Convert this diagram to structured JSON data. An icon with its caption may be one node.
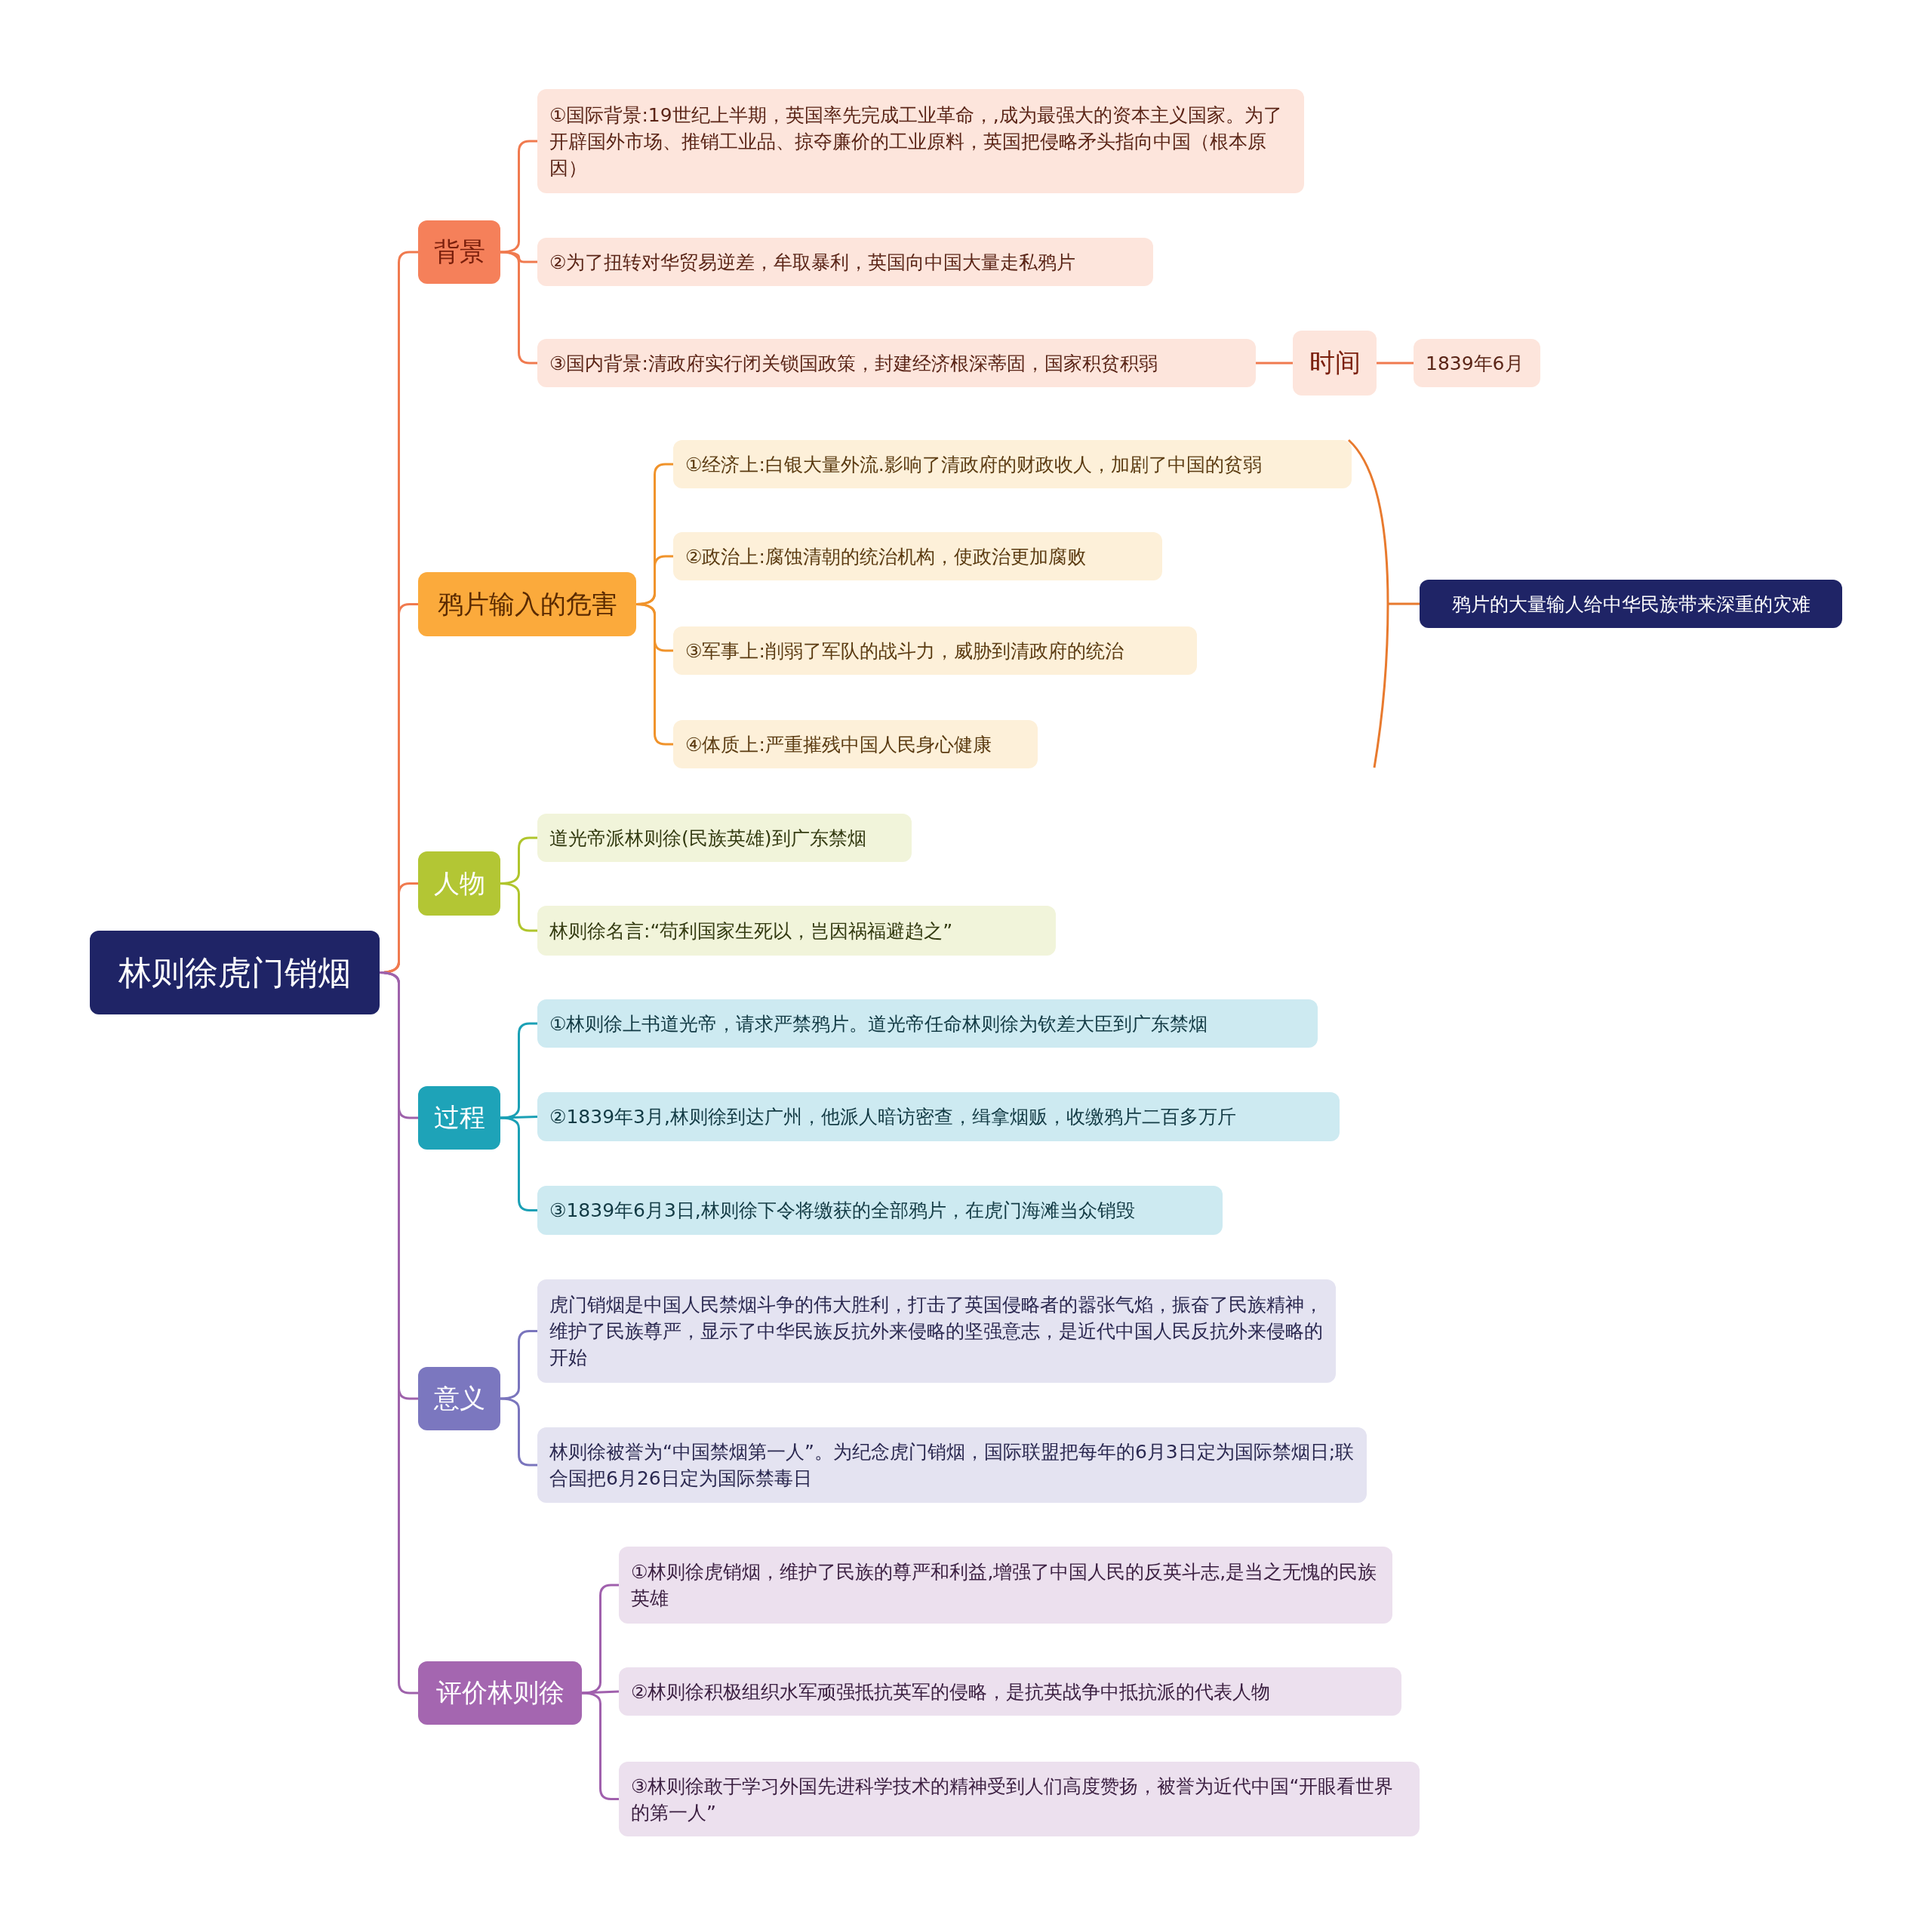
{
  "diagram": {
    "nodes": [
      {
        "text": [
          "林则徐虎门销烟"
        ]
      },
      {
        "text": [
          "背景"
        ]
      },
      {
        "text": [
          "①国际背景:19世纪上半期，英国率先完成工业革命，,成为最强大的资本主义国家。为了开辟国外市场、推销工业品、掠夺廉价的工业原料，英国把侵略矛头指向中国（根本原因）"
        ]
      },
      {
        "text": [
          "②为了扭转对华贸易逆差，牟取暴利，英国向中国大量走私鸦片"
        ]
      },
      {
        "text": [
          "③国内背景:清政府实行闭关锁国政策，封建经济根深蒂固，国家积贫积弱"
        ]
      },
      {
        "text": [
          "时间"
        ]
      },
      {
        "text": [
          "1839年6月"
        ]
      },
      {
        "text": [
          "鸦片输入的危害"
        ]
      },
      {
        "text": [
          "①经济上:白银大量外流.影响了清政府的财政收人，加剧了中国的贫弱"
        ]
      },
      {
        "text": [
          "②政治上:腐蚀清朝的统治机构，使政治更加腐败"
        ]
      },
      {
        "text": [
          "③军事上:削弱了军队的战斗力，威胁到清政府的统治"
        ]
      },
      {
        "text": [
          "④体质上:严重摧残中国人民身心健康"
        ]
      },
      {
        "text": [
          "鸦片的大量输人给中华民族带来深重的灾难"
        ]
      },
      {
        "text": [
          "人物"
        ]
      },
      {
        "text": [
          "道光帝派林则徐(民族英雄)到广东禁烟"
        ]
      },
      {
        "text": [
          "林则徐名言:“苟利国家生死以，岂因祸福避趋之”"
        ]
      },
      {
        "text": [
          "过程"
        ]
      },
      {
        "text": [
          "①林则徐上书道光帝，请求严禁鸦片。道光帝任命林则徐为钦差大臣到广东禁烟"
        ]
      },
      {
        "text": [
          "②1839年3月,林则徐到达广州，他派人暗访密查，缉拿烟贩，收缴鸦片二百多万斤"
        ]
      },
      {
        "text": [
          "③1839年6月3日,林则徐下令将缴获的全部鸦片，在虎门海滩当众销毁"
        ]
      },
      {
        "text": [
          "意义"
        ]
      },
      {
        "text": [
          "虎门销烟是中国人民禁烟斗争的伟大胜利，打击了英国侵略者的嚣张气焰，振奋了民族精神，维护了民族尊严，显示了中华民族反抗外来侵略的坚强意志，是近代中国人民反抗外来侵略的开始"
        ]
      },
      {
        "text": [
          "林则徐被誉为“中国禁烟第一人”。为纪念虎门销烟，国际联盟把每年的6月3日定为国际禁烟日;联合国把6月26日定为国际禁毒日"
        ]
      },
      {
        "text": [
          "评价林则徐"
        ]
      },
      {
        "text": [
          "①林则徐虎销烟，维护了民族的尊严和利益,增强了中国人民的反英斗志,是当之无愧的民族英雄"
        ]
      },
      {
        "text": [
          "②林则徐积极组织水军顽强抵抗英军的侵略，是抗英战争中抵抗派的代表人物"
        ]
      },
      {
        "text": [
          "③林则徐敢于学习外国先进科学技术的精神受到人们高度赞扬，被誉为近代中国“开眼看世界的第一人”"
        ]
      }
    ],
    "edges": [
      {
        "from": 0,
        "to": 1,
        "arrow": "none",
        "color": "#f07a4f"
      },
      {
        "from": 1,
        "to": 2,
        "arrow": "none",
        "color": "#f07a4f"
      },
      {
        "from": 1,
        "to": 3,
        "arrow": "none",
        "color": "#f07a4f"
      },
      {
        "from": 1,
        "to": 4,
        "arrow": "none",
        "color": "#f07a4f"
      },
      {
        "from": 4,
        "to": 5,
        "arrow": "none",
        "color": "#f07a4f"
      },
      {
        "from": 5,
        "to": 6,
        "arrow": "none",
        "color": "#f07a4f"
      },
      {
        "from": 0,
        "to": 7,
        "arrow": "none",
        "color": "#f07a4f"
      },
      {
        "from": 7,
        "to": 8,
        "arrow": "none",
        "color": "#f0932b"
      },
      {
        "from": 7,
        "to": 9,
        "arrow": "none",
        "color": "#f0932b"
      },
      {
        "from": 7,
        "to": 10,
        "arrow": "none",
        "color": "#f0932b"
      },
      {
        "from": 7,
        "to": 11,
        "arrow": "none",
        "color": "#f0932b"
      },
      {
        "from": 8,
        "to": 12,
        "arrow": "none",
        "color": "#e87a2e"
      },
      {
        "from": 0,
        "to": 13,
        "arrow": "none",
        "color": "#f07a4f"
      },
      {
        "from": 13,
        "to": 14,
        "arrow": "none",
        "color": "#b0c52c"
      },
      {
        "from": 13,
        "to": 15,
        "arrow": "none",
        "color": "#b0c52c"
      },
      {
        "from": 0,
        "to": 16,
        "arrow": "none",
        "color": "#9e62ab"
      },
      {
        "from": 16,
        "to": 17,
        "arrow": "none",
        "color": "#1aa0b5"
      },
      {
        "from": 16,
        "to": 18,
        "arrow": "none",
        "color": "#1aa0b5"
      },
      {
        "from": 16,
        "to": 19,
        "arrow": "none",
        "color": "#1aa0b5"
      },
      {
        "from": 0,
        "to": 20,
        "arrow": "none",
        "color": "#9e62ab"
      },
      {
        "from": 20,
        "to": 21,
        "arrow": "none",
        "color": "#7a75bd"
      },
      {
        "from": 20,
        "to": 22,
        "arrow": "none",
        "color": "#7a75bd"
      },
      {
        "from": 0,
        "to": 23,
        "arrow": "none",
        "color": "#9e62ab"
      },
      {
        "from": 23,
        "to": 24,
        "arrow": "none",
        "color": "#a060ad"
      },
      {
        "from": 23,
        "to": 25,
        "arrow": "none",
        "color": "#a060ad"
      },
      {
        "from": 23,
        "to": 26,
        "arrow": "none",
        "color": "#a060ad"
      }
    ]
  }
}
